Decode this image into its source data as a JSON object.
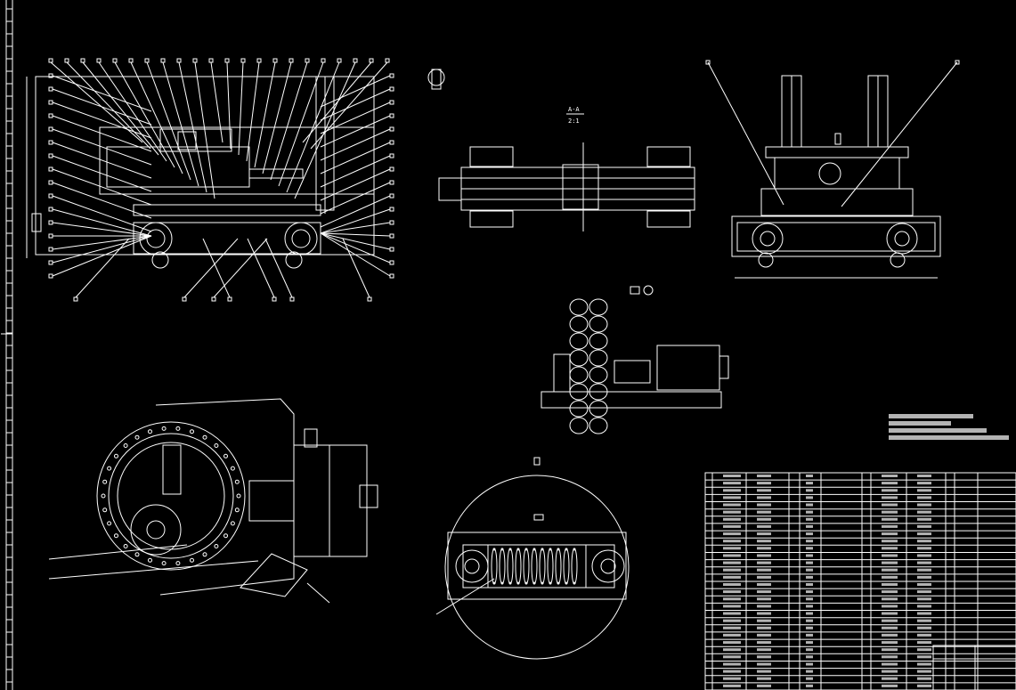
{
  "drawing": {
    "section_label": "A-A",
    "section_scale": "2:1",
    "background": "#000000",
    "line_color": "#ffffff"
  },
  "views": [
    {
      "name": "front-view"
    },
    {
      "name": "section-view"
    },
    {
      "name": "side-view"
    },
    {
      "name": "wheel-motor-view"
    },
    {
      "name": "top-view"
    },
    {
      "name": "spring-detail"
    }
  ],
  "title_block": {
    "parts_list_rows": 30
  }
}
